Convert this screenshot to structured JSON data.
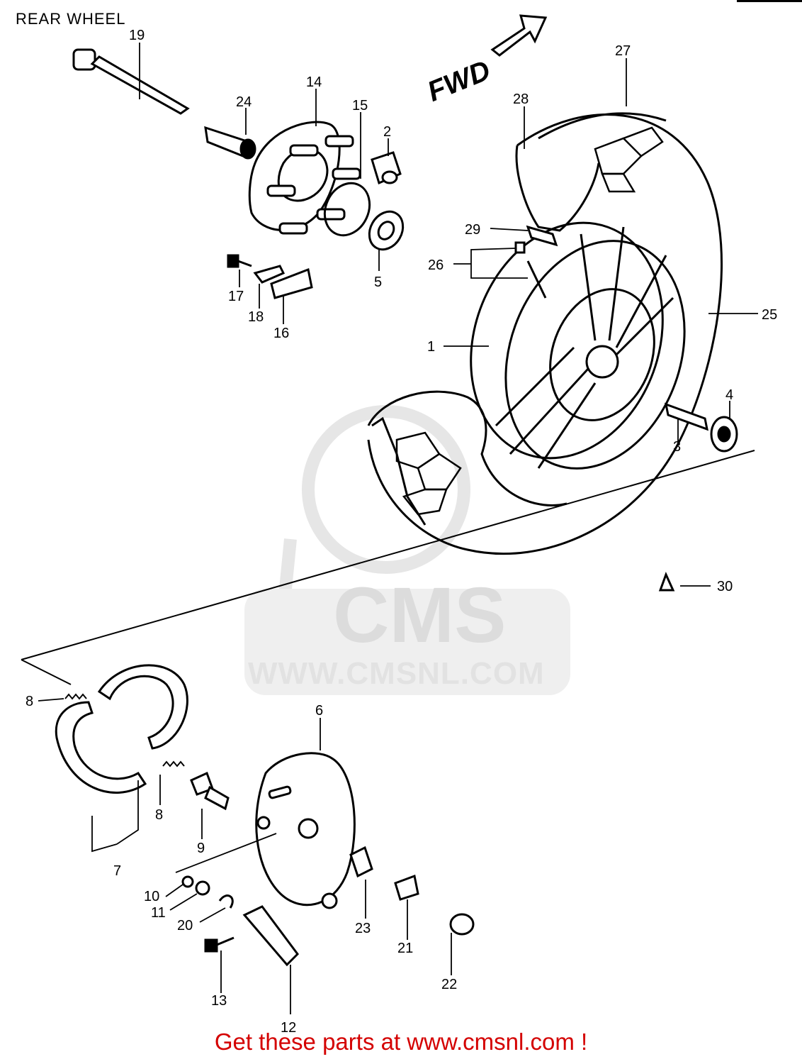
{
  "title": "REAR WHEEL",
  "direction_label": "FWD",
  "watermark": {
    "logo": "CMS",
    "url": "WWW.CMSNL.COM"
  },
  "callouts": {
    "c1": "1",
    "c2": "2",
    "c3": "3",
    "c4": "4",
    "c5": "5",
    "c6": "6",
    "c7": "7",
    "c8a": "8",
    "c8b": "8",
    "c9": "9",
    "c10": "10",
    "c11": "11",
    "c12": "12",
    "c13": "13",
    "c14": "14",
    "c15": "15",
    "c16": "16",
    "c17": "17",
    "c18": "18",
    "c19": "19",
    "c20": "20",
    "c21": "21",
    "c22": "22",
    "c23": "23",
    "c24": "24",
    "c25": "25",
    "c26": "26",
    "c27": "27",
    "c28": "28",
    "c29": "29",
    "c30": "30"
  },
  "footer": "Get these parts at www.cmsnl.com !",
  "colors": {
    "line": "#000000",
    "footer": "#d40000",
    "watermark": "#e2e2e2"
  }
}
